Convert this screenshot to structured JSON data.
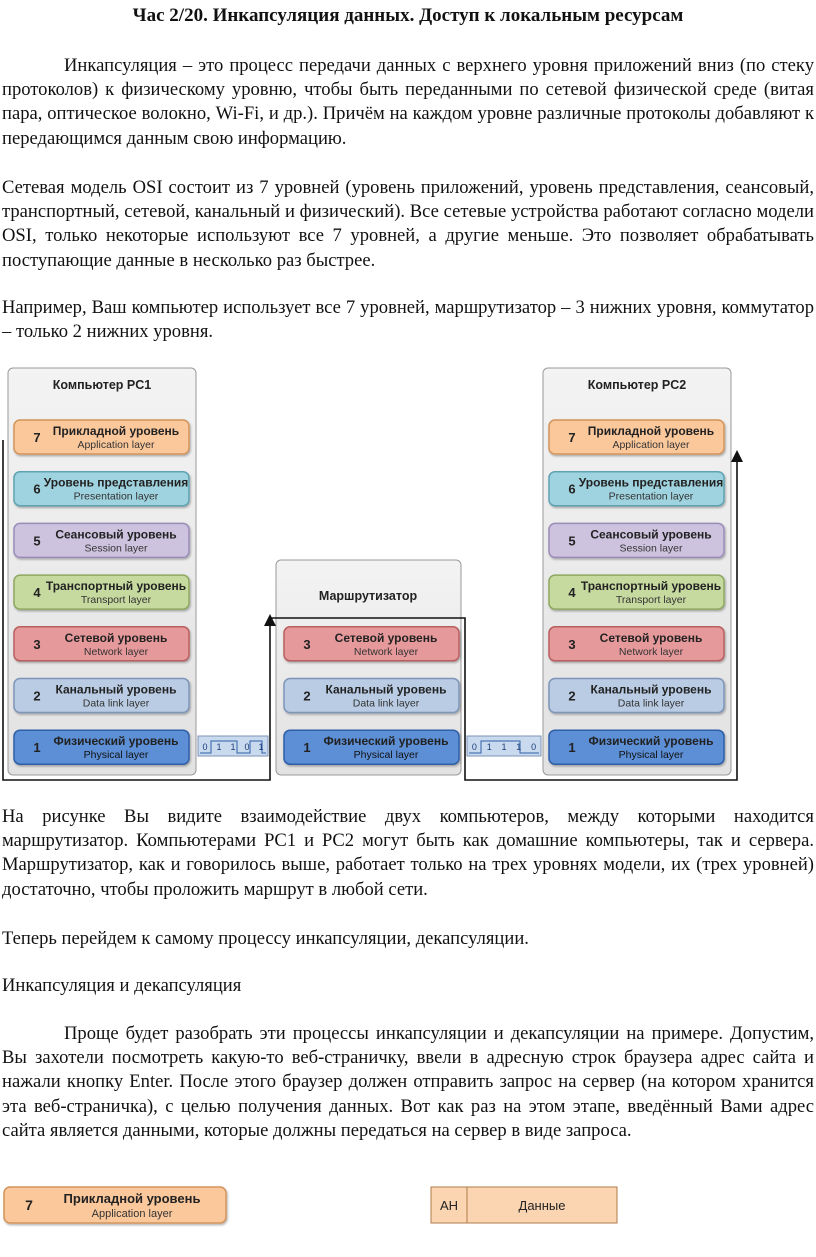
{
  "title": "Час 2/20. Инкапсуляция данных. Доступ к локальным ресурсам",
  "paragraphs": {
    "p1": "Инкапсуляция – это процесс передачи данных с верхнего уровня приложений вниз (по стеку протоколов) к физическому уровню, чтобы быть переданными по сетевой физической среде (витая пара, оптическое волокно, Wi-Fi, и др.). Причём на каждом уровне различные протоколы добавляют к передающимся данным свою информацию.",
    "p2": "Сетевая модель OSI состоит из 7 уровней (уровень приложений, уровень представления, сеансовый, транспортный, сетевой, канальный и физический). Все сетевые устройства работают согласно модели OSI, только некоторые используют все 7 уровней, а другие меньше. Это позволяет обрабатывать поступающие данные в несколько раз быстрее.",
    "p3": "Например, Ваш компьютер использует все 7 уровней, маршрутизатор – 3 нижних уровня, коммутатор – только 2 нижних уровня.",
    "p4": "На рисунке Вы видите взаимодействие двух компьютеров, между которыми находится маршрутизатор. Компьютерами PC1 и PC2 могут быть как домашние компьютеры, так и сервера. Маршрутизатор, как и говорилось выше, работает только на трех уровнях модели, их (трех уровней) достаточно, чтобы проложить маршрут в любой сети.",
    "p5": "Теперь перейдем к самому процессу инкапсуляции, декапсуляции.",
    "p6": "Инкапсуляция и декапсуляция",
    "p7": "Проще будет разобрать эти процессы инкапсуляции и декапсуляции на примере. Допустим, Вы захотели посмотреть какую-то веб-страничку, ввели в адресную строк браузера адрес сайта и нажали кнопку Enter. После этого браузер должен отправить запрос на сервер (на котором хранится эта веб-страничка), с целью получения данных. Вот как раз на этом этапе, введённый Вами адрес сайта является данными, которые должны передаться на сервер в виде запроса."
  },
  "diagram": {
    "pc1_title": "Компьютер PC1",
    "pc2_title": "Компьютер PC2",
    "router_title": "Маршрутизатор",
    "layers": [
      {
        "num": "7",
        "name": "Прикладной уровень",
        "en": "Application layer",
        "fill": "#fbc89c",
        "stroke": "#d3945a"
      },
      {
        "num": "6",
        "name": "Уровень представления",
        "en": "Presentation layer",
        "fill": "#9fd3df",
        "stroke": "#5fa3b3"
      },
      {
        "num": "5",
        "name": "Сеансовый уровень",
        "en": "Session layer",
        "fill": "#cdc3df",
        "stroke": "#9a8cb8"
      },
      {
        "num": "4",
        "name": "Транспортный уровень",
        "en": "Transport layer",
        "fill": "#c6daa0",
        "stroke": "#8ea860"
      },
      {
        "num": "3",
        "name": "Сетевой уровень",
        "en": "Network layer",
        "fill": "#e6999a",
        "stroke": "#b85f60"
      },
      {
        "num": "2",
        "name": "Канальный уровень",
        "en": "Data link layer",
        "fill": "#b9cce4",
        "stroke": "#7d95b8"
      },
      {
        "num": "1",
        "name": "Физический уровень",
        "en": "Physical layer",
        "fill": "#5b8fd6",
        "stroke": "#2f5ea8"
      }
    ],
    "bits_left": [
      "0",
      "1",
      "1",
      "0",
      "1"
    ],
    "bits_right": [
      "0",
      "1",
      "1",
      "1",
      "0"
    ]
  },
  "bottom": {
    "layer_num": "7",
    "layer_name": "Прикладной уровень",
    "layer_en": "Application layer",
    "header": "AH",
    "data_label": "Данные",
    "fill": "#fbc89c",
    "stroke": "#d3945a"
  }
}
